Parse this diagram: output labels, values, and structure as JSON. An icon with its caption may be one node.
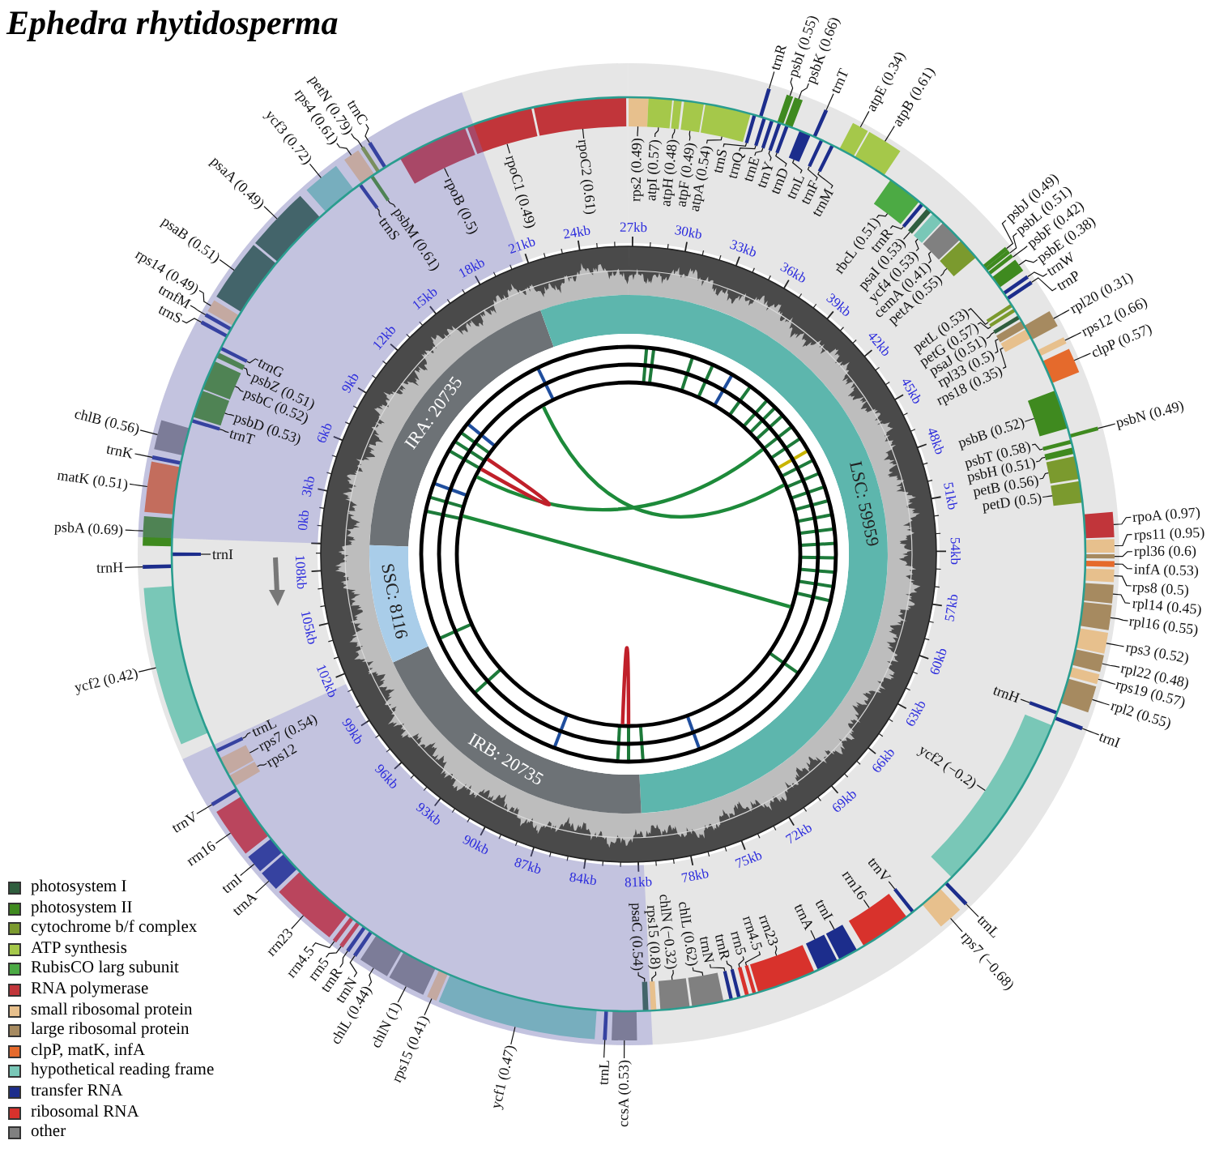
{
  "diagram": {
    "title": "Ephedra rhytidosperma",
    "nodes": [
      {
        "text": [
          "rps2 (0.49)"
        ]
      },
      {
        "text": [
          "atpI (0.57)"
        ]
      },
      {
        "text": [
          "atpH (0.48)"
        ]
      },
      {
        "text": [
          "atpF (0.49)"
        ]
      },
      {
        "text": [
          "atpA (0.54)"
        ]
      },
      {
        "text": [
          "trnS"
        ]
      },
      {
        "text": [
          "trnR"
        ]
      },
      {
        "text": [
          "trnQ"
        ]
      },
      {
        "text": [
          "trnE"
        ]
      },
      {
        "text": [
          "psbI (0.55)"
        ]
      },
      {
        "text": [
          "trnY"
        ]
      },
      {
        "text": [
          "psbK (0.66)"
        ]
      },
      {
        "text": [
          "trnD"
        ]
      },
      {
        "text": [
          "trnL"
        ]
      },
      {
        "text": [
          "trnT"
        ]
      },
      {
        "text": [
          "trnF"
        ]
      },
      {
        "text": [
          "trnM"
        ]
      },
      {
        "text": [
          "atpE (0.34)"
        ]
      },
      {
        "text": [
          "atpB (0.61)"
        ]
      },
      {
        "text": [
          "rbcL (0.51)"
        ]
      },
      {
        "text": [
          "trnR"
        ]
      },
      {
        "text": [
          "psaI (0.53)"
        ]
      },
      {
        "text": [
          "ycf4 (0.53)"
        ]
      },
      {
        "text": [
          "cemA (0.41)"
        ]
      },
      {
        "text": [
          "petA (0.55)"
        ]
      },
      {
        "text": [
          "psbJ (0.49)"
        ]
      },
      {
        "text": [
          "psbL (0.51)"
        ]
      },
      {
        "text": [
          "psbF (0.42)"
        ]
      },
      {
        "text": [
          "psbE (0.38)"
        ]
      },
      {
        "text": [
          "trnW"
        ]
      },
      {
        "text": [
          "trnP"
        ]
      },
      {
        "text": [
          "petL (0.53)"
        ]
      },
      {
        "text": [
          "petG (0.57)"
        ]
      },
      {
        "text": [
          "psaJ (0.51)"
        ]
      },
      {
        "text": [
          "rpl33 (0.5)"
        ]
      },
      {
        "text": [
          "rps18 (0.35)"
        ]
      },
      {
        "text": [
          "rpl20 (0.31)"
        ]
      },
      {
        "text": [
          "rps12 (0.66)"
        ]
      },
      {
        "text": [
          "clpP (0.57)"
        ]
      },
      {
        "text": [
          "psbB (0.52)"
        ]
      },
      {
        "text": [
          "psbN (0.49)"
        ]
      },
      {
        "text": [
          "psbT (0.58)"
        ]
      },
      {
        "text": [
          "psbH (0.51)"
        ]
      },
      {
        "text": [
          "petB (0.56)"
        ]
      },
      {
        "text": [
          "petD (0.5)"
        ]
      },
      {
        "text": [
          "rpoA (0.97)"
        ]
      },
      {
        "text": [
          "rps11 (0.95)"
        ]
      },
      {
        "text": [
          "rpl36 (0.6)"
        ]
      },
      {
        "text": [
          "infA (0.53)"
        ]
      },
      {
        "text": [
          "rps8 (0.5)"
        ]
      },
      {
        "text": [
          "rpl14 (0.45)"
        ]
      },
      {
        "text": [
          "rpl16 (0.55)"
        ]
      },
      {
        "text": [
          "rps3 (0.52)"
        ]
      },
      {
        "text": [
          "rpl22 (0.48)"
        ]
      },
      {
        "text": [
          "rps19 (0.57)"
        ]
      },
      {
        "text": [
          "rpl2 (0.55)"
        ]
      },
      {
        "text": [
          "trnH"
        ]
      },
      {
        "text": [
          "trnI"
        ]
      },
      {
        "text": [
          "ycf2 (−0.2)"
        ]
      },
      {
        "text": [
          "trnL"
        ]
      },
      {
        "text": [
          "rps7 (−0.68)"
        ]
      },
      {
        "text": [
          "trnV"
        ]
      },
      {
        "text": [
          "rrn16"
        ]
      },
      {
        "text": [
          "trnI"
        ]
      },
      {
        "text": [
          "trnA"
        ]
      },
      {
        "text": [
          "rrn23"
        ]
      },
      {
        "text": [
          "rrn4.5"
        ]
      },
      {
        "text": [
          "rrn5"
        ]
      },
      {
        "text": [
          "trnR"
        ]
      },
      {
        "text": [
          "trnN"
        ]
      },
      {
        "text": [
          "chlL (0.62)"
        ]
      },
      {
        "text": [
          "chlN (−0.32)"
        ]
      },
      {
        "text": [
          "rps15 (0.8)"
        ]
      },
      {
        "text": [
          "psaC (0.54)"
        ]
      },
      {
        "text": [
          "ccsA (0.53)"
        ]
      },
      {
        "text": [
          "trnL"
        ]
      },
      {
        "text": [
          "ycf1 (0.47)"
        ]
      },
      {
        "text": [
          "rps15 (0.41)"
        ]
      },
      {
        "text": [
          "chlN (1)"
        ]
      },
      {
        "text": [
          "chlL (0.44)"
        ]
      },
      {
        "text": [
          "trnN"
        ]
      },
      {
        "text": [
          "trnR"
        ]
      },
      {
        "text": [
          "rrn5"
        ]
      },
      {
        "text": [
          "rrn4.5"
        ]
      },
      {
        "text": [
          "rrn23"
        ]
      },
      {
        "text": [
          "trnA"
        ]
      },
      {
        "text": [
          "trnI"
        ]
      },
      {
        "text": [
          "rrn16"
        ]
      },
      {
        "text": [
          "trnV"
        ]
      },
      {
        "text": [
          "rps12"
        ]
      },
      {
        "text": [
          "rps7 (0.54)"
        ]
      },
      {
        "text": [
          "trnL"
        ]
      },
      {
        "text": [
          "ycf2 (0.42)"
        ]
      },
      {
        "text": [
          "trnH"
        ]
      },
      {
        "text": [
          "trnI"
        ]
      },
      {
        "text": [
          "psbA (0.69)"
        ]
      },
      {
        "text": [
          "matK (0.51)"
        ]
      },
      {
        "text": [
          "trnK"
        ]
      },
      {
        "text": [
          "chlB (0.56)"
        ]
      },
      {
        "text": [
          "trnT"
        ]
      },
      {
        "text": [
          "psbD (0.53)"
        ]
      },
      {
        "text": [
          "psbC (0.52)"
        ]
      },
      {
        "text": [
          "psbZ (0.51)"
        ]
      },
      {
        "text": [
          "trnG"
        ]
      },
      {
        "text": [
          "trnS"
        ]
      },
      {
        "text": [
          "trnfM"
        ]
      },
      {
        "text": [
          "rps14 (0.49)"
        ]
      },
      {
        "text": [
          "psaB (0.51)"
        ]
      },
      {
        "text": [
          "psaA (0.49)"
        ]
      },
      {
        "text": [
          "ycf3 (0.72)"
        ]
      },
      {
        "text": [
          "trnS"
        ]
      },
      {
        "text": [
          "rps4 (0.61)"
        ]
      },
      {
        "text": [
          "psbM (0.61)"
        ]
      },
      {
        "text": [
          "petN (0.79)"
        ]
      },
      {
        "text": [
          "trnC"
        ]
      },
      {
        "text": [
          "rpoB (0.5)"
        ]
      },
      {
        "text": [
          "rpoC1 (0.49)"
        ]
      },
      {
        "text": [
          "rpoC2 (0.61)"
        ]
      },
      {
        "text": [],
        "shape": "bar"
      },
      {
        "text": [],
        "shape": "bar"
      },
      {
        "text": [],
        "shape": "bar"
      },
      {
        "text": [],
        "shape": "bar"
      },
      {
        "text": [],
        "shape": "bar"
      },
      {
        "text": [],
        "shape": "bar"
      },
      {
        "text": [],
        "shape": "bar"
      },
      {
        "text": [],
        "shape": "bar"
      },
      {
        "text": [],
        "shape": "bar"
      },
      {
        "text": [],
        "shape": "bar"
      },
      {
        "text": [],
        "shape": "bar"
      },
      {
        "text": [],
        "shape": "bar"
      },
      {
        "text": [],
        "shape": "bar"
      },
      {
        "text": [],
        "shape": "bar"
      },
      {
        "text": [],
        "shape": "bar"
      },
      {
        "text": [],
        "shape": "bar"
      },
      {
        "text": [],
        "shape": "bar"
      },
      {
        "text": [],
        "shape": "bar"
      },
      {
        "text": [],
        "shape": "bar"
      },
      {
        "text": [],
        "shape": "bar"
      },
      {
        "text": [],
        "shape": "bar"
      },
      {
        "text": [],
        "shape": "bar"
      },
      {
        "text": [],
        "shape": "bar"
      },
      {
        "text": [],
        "shape": "bar"
      },
      {
        "text": [],
        "shape": "bar"
      },
      {
        "text": [],
        "shape": "bar"
      },
      {
        "text": [],
        "shape": "bar"
      },
      {
        "text": [],
        "shape": "bar"
      },
      {
        "text": [],
        "shape": "bar"
      },
      {
        "text": [],
        "shape": "bar"
      },
      {
        "text": [],
        "shape": "bar"
      },
      {
        "text": [],
        "shape": "bar"
      },
      {
        "text": [],
        "shape": "bar"
      },
      {
        "text": [],
        "shape": "bar"
      },
      {
        "text": [],
        "shape": "bar"
      },
      {
        "text": [],
        "shape": "bar"
      },
      {
        "text": [],
        "shape": "bar"
      },
      {
        "text": [],
        "shape": "bar"
      },
      {
        "text": [],
        "shape": "bar"
      },
      {
        "text": [],
        "shape": "bar"
      },
      {
        "text": [],
        "shape": "bar"
      },
      {
        "text": [],
        "shape": "bar"
      },
      {
        "text": [],
        "shape": "bar"
      },
      {
        "text": [],
        "shape": "bar"
      },
      {
        "text": [],
        "shape": "bar"
      },
      {
        "text": [],
        "shape": "bar"
      },
      {
        "text": [],
        "shape": "bar"
      },
      {
        "text": [],
        "shape": "bar"
      },
      {
        "text": [],
        "shape": "bar"
      },
      {
        "text": [],
        "shape": "bar"
      },
      {
        "text": [],
        "shape": "bar"
      },
      {
        "text": [],
        "shape": "bar"
      },
      {
        "text": [],
        "shape": "bar"
      },
      {
        "text": [],
        "shape": "bar"
      },
      {
        "text": [],
        "shape": "bar"
      },
      {
        "text": [],
        "shape": "bar"
      },
      {
        "text": [],
        "shape": "bar"
      },
      {
        "text": [],
        "shape": "bar"
      },
      {
        "text": [],
        "shape": "bar"
      },
      {
        "text": [],
        "shape": "bar"
      },
      {
        "text": [],
        "shape": "bar"
      },
      {
        "text": [],
        "shape": "bar"
      },
      {
        "text": [],
        "shape": "bar"
      },
      {
        "text": [],
        "shape": "bar"
      },
      {
        "text": [],
        "shape": "bar"
      },
      {
        "text": [],
        "shape": "bar"
      },
      {
        "text": [],
        "shape": "bar"
      },
      {
        "text": [],
        "shape": "bar"
      },
      {
        "text": [],
        "shape": "bar"
      },
      {
        "text": [],
        "shape": "bar"
      },
      {
        "text": [],
        "shape": "bar"
      },
      {
        "text": [],
        "shape": "bar"
      },
      {
        "text": [],
        "shape": "bar"
      },
      {
        "text": [],
        "shape": "bar"
      },
      {
        "text": [],
        "shape": "bar"
      },
      {
        "text": [],
        "shape": "bar"
      },
      {
        "text": [],
        "shape": "bar"
      },
      {
        "text": [],
        "shape": "bar"
      },
      {
        "text": [],
        "shape": "bar"
      },
      {
        "text": [],
        "shape": "bar"
      },
      {
        "text": [],
        "shape": "bar"
      },
      {
        "text": [],
        "shape": "bar"
      },
      {
        "text": [],
        "shape": "bar"
      },
      {
        "text": [],
        "shape": "bar"
      },
      {
        "text": [],
        "shape": "bar"
      },
      {
        "text": [],
        "shape": "bar"
      },
      {
        "text": [],
        "shape": "bar"
      },
      {
        "text": [],
        "shape": "bar"
      },
      {
        "text": [],
        "shape": "bar"
      },
      {
        "text": [],
        "shape": "bar"
      },
      {
        "text": [],
        "shape": "bar"
      },
      {
        "text": [],
        "shape": "bar"
      },
      {
        "text": [],
        "shape": "bar"
      },
      {
        "text": [],
        "shape": "bar"
      },
      {
        "text": [],
        "shape": "bar"
      },
      {
        "text": [],
        "shape": "bar"
      },
      {
        "text": [],
        "shape": "bar"
      },
      {
        "text": [],
        "shape": "bar"
      },
      {
        "text": [],
        "shape": "bar"
      },
      {
        "text": [],
        "shape": "bar"
      },
      {
        "text": [],
        "shape": "bar"
      },
      {
        "text": [],
        "shape": "bar"
      },
      {
        "text": [],
        "shape": "bar"
      },
      {
        "text": [],
        "shape": "bar"
      },
      {
        "text": [],
        "shape": "bar"
      },
      {
        "text": [],
        "shape": "bar"
      },
      {
        "text": [],
        "shape": "bar"
      },
      {
        "text": [],
        "shape": "bar"
      },
      {
        "text": [],
        "shape": "bar"
      },
      {
        "text": [],
        "shape": "bar"
      },
      {
        "text": [],
        "shape": "bar"
      },
      {
        "text": [],
        "shape": "bar"
      },
      {
        "text": [],
        "shape": "bar"
      },
      {
        "text": [],
        "shape": "bar"
      },
      {
        "text": [],
        "shape": "bar"
      },
      {
        "text": [],
        "shape": "bar"
      },
      {
        "text": [],
        "shape": "bar"
      },
      {
        "text": [],
        "shape": "bar"
      }
    ],
    "edges": [
      {
        "from": 0,
        "to": 118,
        "arrow": "none"
      },
      {
        "from": 1,
        "to": 119,
        "arrow": "none"
      },
      {
        "from": 2,
        "to": 120,
        "arrow": "none"
      },
      {
        "from": 3,
        "to": 121,
        "arrow": "none"
      },
      {
        "from": 4,
        "to": 122,
        "arrow": "none"
      },
      {
        "from": 5,
        "to": 123,
        "arrow": "none"
      },
      {
        "from": 6,
        "to": 124,
        "arrow": "none"
      },
      {
        "from": 7,
        "to": 125,
        "arrow": "none"
      },
      {
        "from": 8,
        "to": 126,
        "arrow": "none"
      },
      {
        "from": 9,
        "to": 127,
        "arrow": "none"
      },
      {
        "from": 10,
        "to": 128,
        "arrow": "none"
      },
      {
        "from": 11,
        "to": 129,
        "arrow": "none"
      },
      {
        "from": 12,
        "to": 130,
        "arrow": "none"
      },
      {
        "from": 13,
        "to": 131,
        "arrow": "none"
      },
      {
        "from": 14,
        "to": 132,
        "arrow": "none"
      },
      {
        "from": 15,
        "to": 133,
        "arrow": "none"
      },
      {
        "from": 16,
        "to": 134,
        "arrow": "none"
      },
      {
        "from": 17,
        "to": 135,
        "arrow": "none"
      },
      {
        "from": 18,
        "to": 136,
        "arrow": "none"
      },
      {
        "from": 19,
        "to": 137,
        "arrow": "none"
      },
      {
        "from": 20,
        "to": 138,
        "arrow": "none"
      },
      {
        "from": 21,
        "to": 139,
        "arrow": "none"
      },
      {
        "from": 22,
        "to": 140,
        "arrow": "none"
      },
      {
        "from": 23,
        "to": 141,
        "arrow": "none"
      },
      {
        "from": 24,
        "to": 142,
        "arrow": "none"
      },
      {
        "from": 25,
        "to": 143,
        "arrow": "none"
      },
      {
        "from": 26,
        "to": 144,
        "arrow": "none"
      },
      {
        "from": 27,
        "to": 145,
        "arrow": "none"
      },
      {
        "from": 28,
        "to": 146,
        "arrow": "none"
      },
      {
        "from": 29,
        "to": 147,
        "arrow": "none"
      },
      {
        "from": 30,
        "to": 148,
        "arrow": "none"
      },
      {
        "from": 31,
        "to": 149,
        "arrow": "none"
      },
      {
        "from": 32,
        "to": 150,
        "arrow": "none"
      },
      {
        "from": 33,
        "to": 151,
        "arrow": "none"
      },
      {
        "from": 34,
        "to": 152,
        "arrow": "none"
      },
      {
        "from": 35,
        "to": 153,
        "arrow": "none"
      },
      {
        "from": 36,
        "to": 154,
        "arrow": "none"
      },
      {
        "from": 37,
        "to": 155,
        "arrow": "none"
      },
      {
        "from": 38,
        "to": 156,
        "arrow": "none"
      },
      {
        "from": 39,
        "to": 157,
        "arrow": "none"
      },
      {
        "from": 40,
        "to": 158,
        "arrow": "none"
      },
      {
        "from": 41,
        "to": 159,
        "arrow": "none"
      },
      {
        "from": 42,
        "to": 160,
        "arrow": "none"
      },
      {
        "from": 43,
        "to": 161,
        "arrow": "none"
      },
      {
        "from": 44,
        "to": 162,
        "arrow": "none"
      },
      {
        "from": 45,
        "to": 163,
        "arrow": "none"
      },
      {
        "from": 46,
        "to": 164,
        "arrow": "none"
      },
      {
        "from": 47,
        "to": 165,
        "arrow": "none"
      },
      {
        "from": 48,
        "to": 166,
        "arrow": "none"
      },
      {
        "from": 49,
        "to": 167,
        "arrow": "none"
      },
      {
        "from": 50,
        "to": 168,
        "arrow": "none"
      },
      {
        "from": 51,
        "to": 169,
        "arrow": "none"
      },
      {
        "from": 52,
        "to": 170,
        "arrow": "none"
      },
      {
        "from": 53,
        "to": 171,
        "arrow": "none"
      },
      {
        "from": 54,
        "to": 172,
        "arrow": "none"
      },
      {
        "from": 55,
        "to": 173,
        "arrow": "none"
      },
      {
        "from": 56,
        "to": 174,
        "arrow": "none"
      },
      {
        "from": 57,
        "to": 175,
        "arrow": "none"
      },
      {
        "from": 58,
        "to": 176,
        "arrow": "none"
      },
      {
        "from": 59,
        "to": 177,
        "arrow": "none"
      },
      {
        "from": 60,
        "to": 178,
        "arrow": "none"
      },
      {
        "from": 61,
        "to": 179,
        "arrow": "none"
      },
      {
        "from": 62,
        "to": 180,
        "arrow": "none"
      },
      {
        "from": 63,
        "to": 181,
        "arrow": "none"
      },
      {
        "from": 64,
        "to": 182,
        "arrow": "none"
      },
      {
        "from": 65,
        "to": 183,
        "arrow": "none"
      },
      {
        "from": 66,
        "to": 184,
        "arrow": "none"
      },
      {
        "from": 67,
        "to": 185,
        "arrow": "none"
      },
      {
        "from": 68,
        "to": 186,
        "arrow": "none"
      },
      {
        "from": 69,
        "to": 187,
        "arrow": "none"
      },
      {
        "from": 70,
        "to": 188,
        "arrow": "none"
      },
      {
        "from": 71,
        "to": 189,
        "arrow": "none"
      },
      {
        "from": 72,
        "to": 190,
        "arrow": "none"
      },
      {
        "from": 73,
        "to": 191,
        "arrow": "none"
      },
      {
        "from": 74,
        "to": 192,
        "arrow": "none"
      },
      {
        "from": 75,
        "to": 193,
        "arrow": "none"
      },
      {
        "from": 76,
        "to": 194,
        "arrow": "none"
      },
      {
        "from": 77,
        "to": 195,
        "arrow": "none"
      },
      {
        "from": 78,
        "to": 196,
        "arrow": "none"
      },
      {
        "from": 79,
        "to": 197,
        "arrow": "none"
      },
      {
        "from": 80,
        "to": 198,
        "arrow": "none"
      },
      {
        "from": 81,
        "to": 199,
        "arrow": "none"
      },
      {
        "from": 82,
        "to": 200,
        "arrow": "none"
      },
      {
        "from": 83,
        "to": 201,
        "arrow": "none"
      },
      {
        "from": 84,
        "to": 202,
        "arrow": "none"
      },
      {
        "from": 85,
        "to": 203,
        "arrow": "none"
      },
      {
        "from": 86,
        "to": 204,
        "arrow": "none"
      },
      {
        "from": 87,
        "to": 205,
        "arrow": "none"
      },
      {
        "from": 88,
        "to": 206,
        "arrow": "none"
      },
      {
        "from": 89,
        "to": 207,
        "arrow": "none"
      },
      {
        "from": 90,
        "to": 208,
        "arrow": "none"
      },
      {
        "from": 91,
        "to": 209,
        "arrow": "none"
      },
      {
        "from": 92,
        "to": 210,
        "arrow": "none"
      },
      {
        "from": 93,
        "to": 211,
        "arrow": "none"
      },
      {
        "from": 94,
        "to": 212,
        "arrow": "none"
      },
      {
        "from": 95,
        "to": 213,
        "arrow": "none"
      },
      {
        "from": 96,
        "to": 214,
        "arrow": "none"
      },
      {
        "from": 97,
        "to": 215,
        "arrow": "none"
      },
      {
        "from": 98,
        "to": 216,
        "arrow": "none"
      },
      {
        "from": 99,
        "to": 217,
        "arrow": "none"
      },
      {
        "from": 100,
        "to": 218,
        "arrow": "none"
      },
      {
        "from": 101,
        "to": 219,
        "arrow": "none"
      },
      {
        "from": 102,
        "to": 220,
        "arrow": "none"
      },
      {
        "from": 103,
        "to": 221,
        "arrow": "none"
      },
      {
        "from": 104,
        "to": 222,
        "arrow": "none"
      },
      {
        "from": 105,
        "to": 223,
        "arrow": "none"
      },
      {
        "from": 106,
        "to": 224,
        "arrow": "none"
      },
      {
        "from": 107,
        "to": 225,
        "arrow": "none"
      },
      {
        "from": 108,
        "to": 226,
        "arrow": "none"
      },
      {
        "from": 109,
        "to": 227,
        "arrow": "none"
      },
      {
        "from": 110,
        "to": 228,
        "arrow": "none"
      },
      {
        "from": 111,
        "to": 229,
        "arrow": "none"
      },
      {
        "from": 112,
        "to": 230,
        "arrow": "none"
      },
      {
        "from": 113,
        "to": 231,
        "arrow": "none"
      },
      {
        "from": 114,
        "to": 232,
        "arrow": "none"
      },
      {
        "from": 115,
        "to": 233,
        "arrow": "none"
      },
      {
        "from": 116,
        "to": 234,
        "arrow": "none"
      },
      {
        "from": 117,
        "to": 235,
        "arrow": "none"
      }
    ],
    "labels": [
      "0kb",
      "3kb",
      "6kb",
      "9kb",
      "12kb",
      "15kb",
      "18kb",
      "21kb",
      "24kb",
      "27kb",
      "30kb",
      "33kb",
      "36kb",
      "39kb",
      "42kb",
      "45kb",
      "48kb",
      "51kb",
      "54kb",
      "57kb",
      "60kb",
      "63kb",
      "66kb",
      "69kb",
      "72kb",
      "75kb",
      "78kb",
      "81kb",
      "84kb",
      "87kb",
      "90kb",
      "93kb",
      "96kb",
      "99kb",
      "102kb",
      "105kb",
      "108kb",
      "IRA: 20735",
      "LSC: 59959",
      "IRB: 20735",
      "SSC: 8116"
    ],
    "legend": [
      {
        "text": "photosystem I",
        "color": "#2f5e3e"
      },
      {
        "text": "photosystem II",
        "color": "#3f8a1f"
      },
      {
        "text": "cytochrome b/f complex",
        "color": "#7b9a2e"
      },
      {
        "text": "ATP synthesis",
        "color": "#a5c84a"
      },
      {
        "text": "RubisCO larg subunit",
        "color": "#4caa44"
      },
      {
        "text": "RNA polymerase",
        "color": "#c1353a"
      },
      {
        "text": "small ribosomal protein",
        "color": "#e7c08d"
      },
      {
        "text": "large ribosomal protein",
        "color": "#a68a60"
      },
      {
        "text": "clpP, matK, infA",
        "color": "#e56a2c"
      },
      {
        "text": "hypothetical reading frame",
        "color": "#79c7b7"
      },
      {
        "text": "transfer RNA",
        "color": "#1c2d8c"
      },
      {
        "text": "ribosomal RNA",
        "color": "#d8322c"
      },
      {
        "text": "other",
        "color": "#808080"
      }
    ]
  }
}
